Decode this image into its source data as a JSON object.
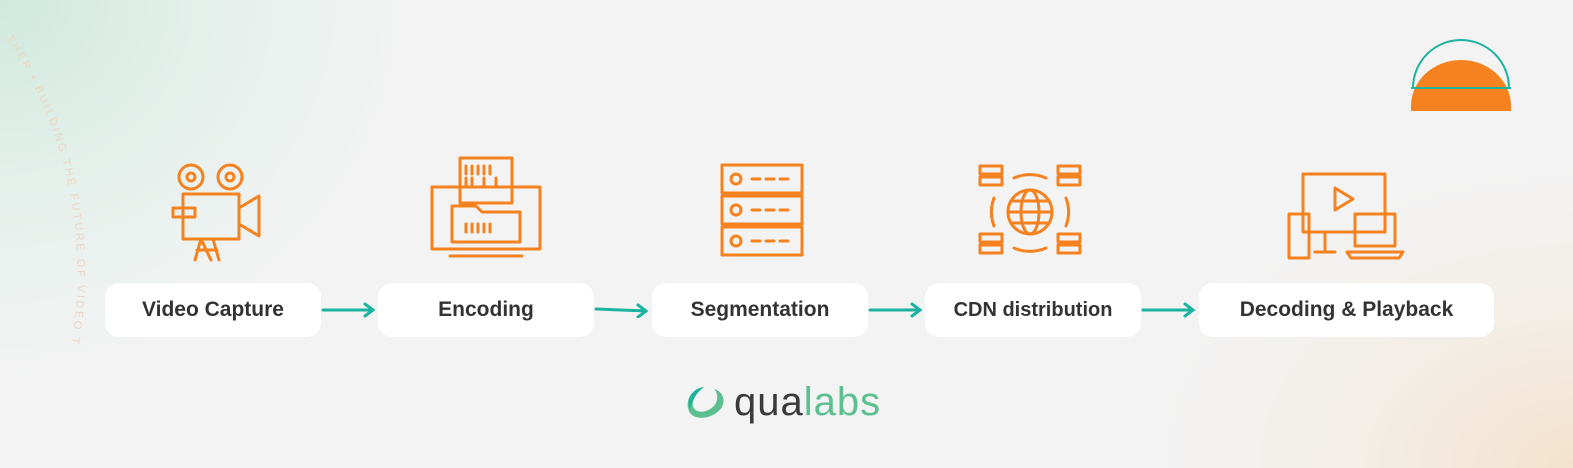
{
  "watermark": "THER • BUILDING THE FUTURE OF VIDEO T",
  "steps": [
    {
      "label": "Video Capture",
      "icon": "video-camera-icon"
    },
    {
      "label": "Encoding",
      "icon": "binary-folder-monitor-icon"
    },
    {
      "label": "Segmentation",
      "icon": "server-stack-icon"
    },
    {
      "label": "CDN distribution",
      "icon": "globe-network-icon"
    },
    {
      "label": "Decoding & Playback",
      "icon": "multi-device-playback-icon"
    }
  ],
  "logo": {
    "part1": "qua",
    "part2": "labs"
  },
  "colors": {
    "accent": "#f5821f",
    "teal": "#1bb3a0",
    "logo_green": "#5cbf8f",
    "text": "#333333"
  }
}
